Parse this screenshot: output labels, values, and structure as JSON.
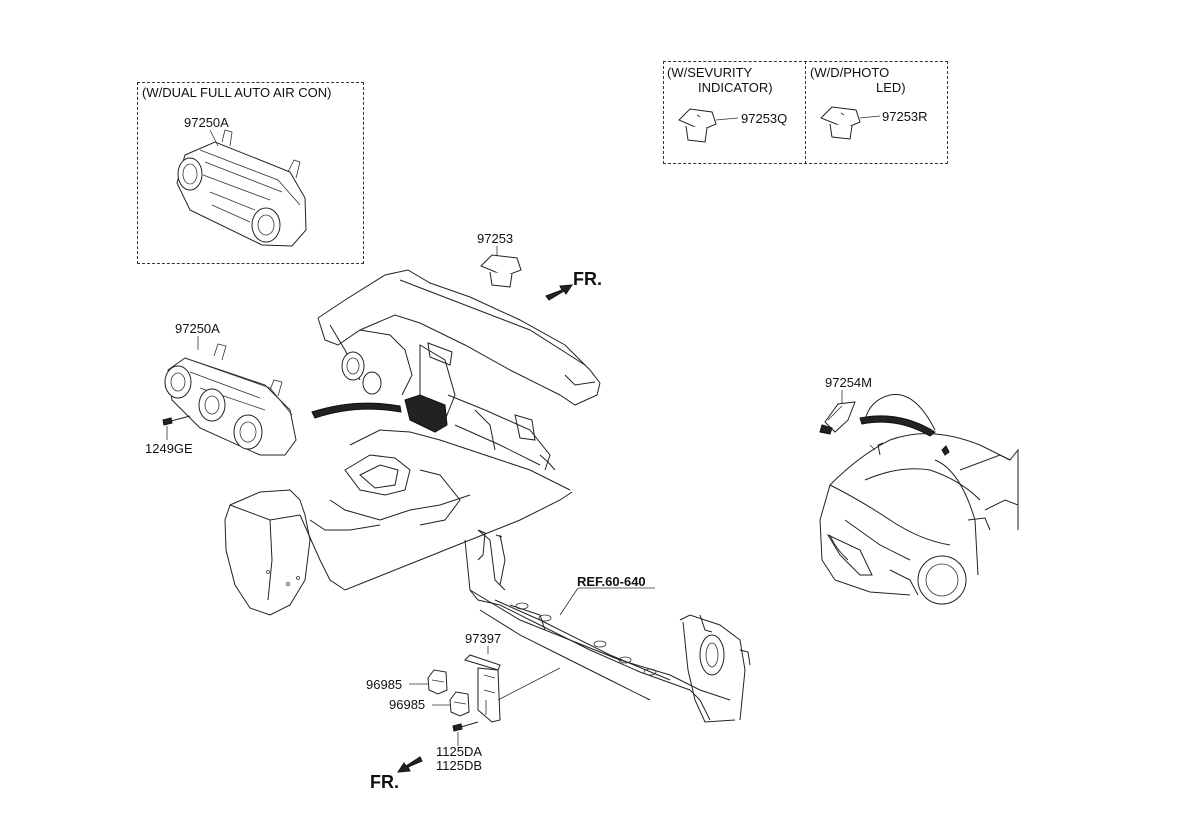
{
  "variant_boxes": {
    "dual_auto": {
      "title": "(W/DUAL FULL AUTO AIR CON)",
      "part": "97250A"
    },
    "security": {
      "title_line1": "(W/SEVURITY",
      "title_line2": "INDICATOR)",
      "part": "97253Q"
    },
    "photo": {
      "title_line1": "(W/D/PHOTO",
      "title_line2": "LED)",
      "part": "97253R"
    }
  },
  "callouts": {
    "sensor_top": "97253",
    "control_unit": "97250A",
    "screw": "1249GE",
    "sensor_right": "97254M",
    "reference": "REF.60-640",
    "bracket": "97397",
    "connector_1": "96985",
    "connector_2": "96985",
    "bolt_1": "1125DA",
    "bolt_2": "1125DB"
  },
  "direction_marks": {
    "front_upper": "FR.",
    "front_lower": "FR."
  },
  "colors": {
    "line": "#222222",
    "background": "#ffffff"
  }
}
